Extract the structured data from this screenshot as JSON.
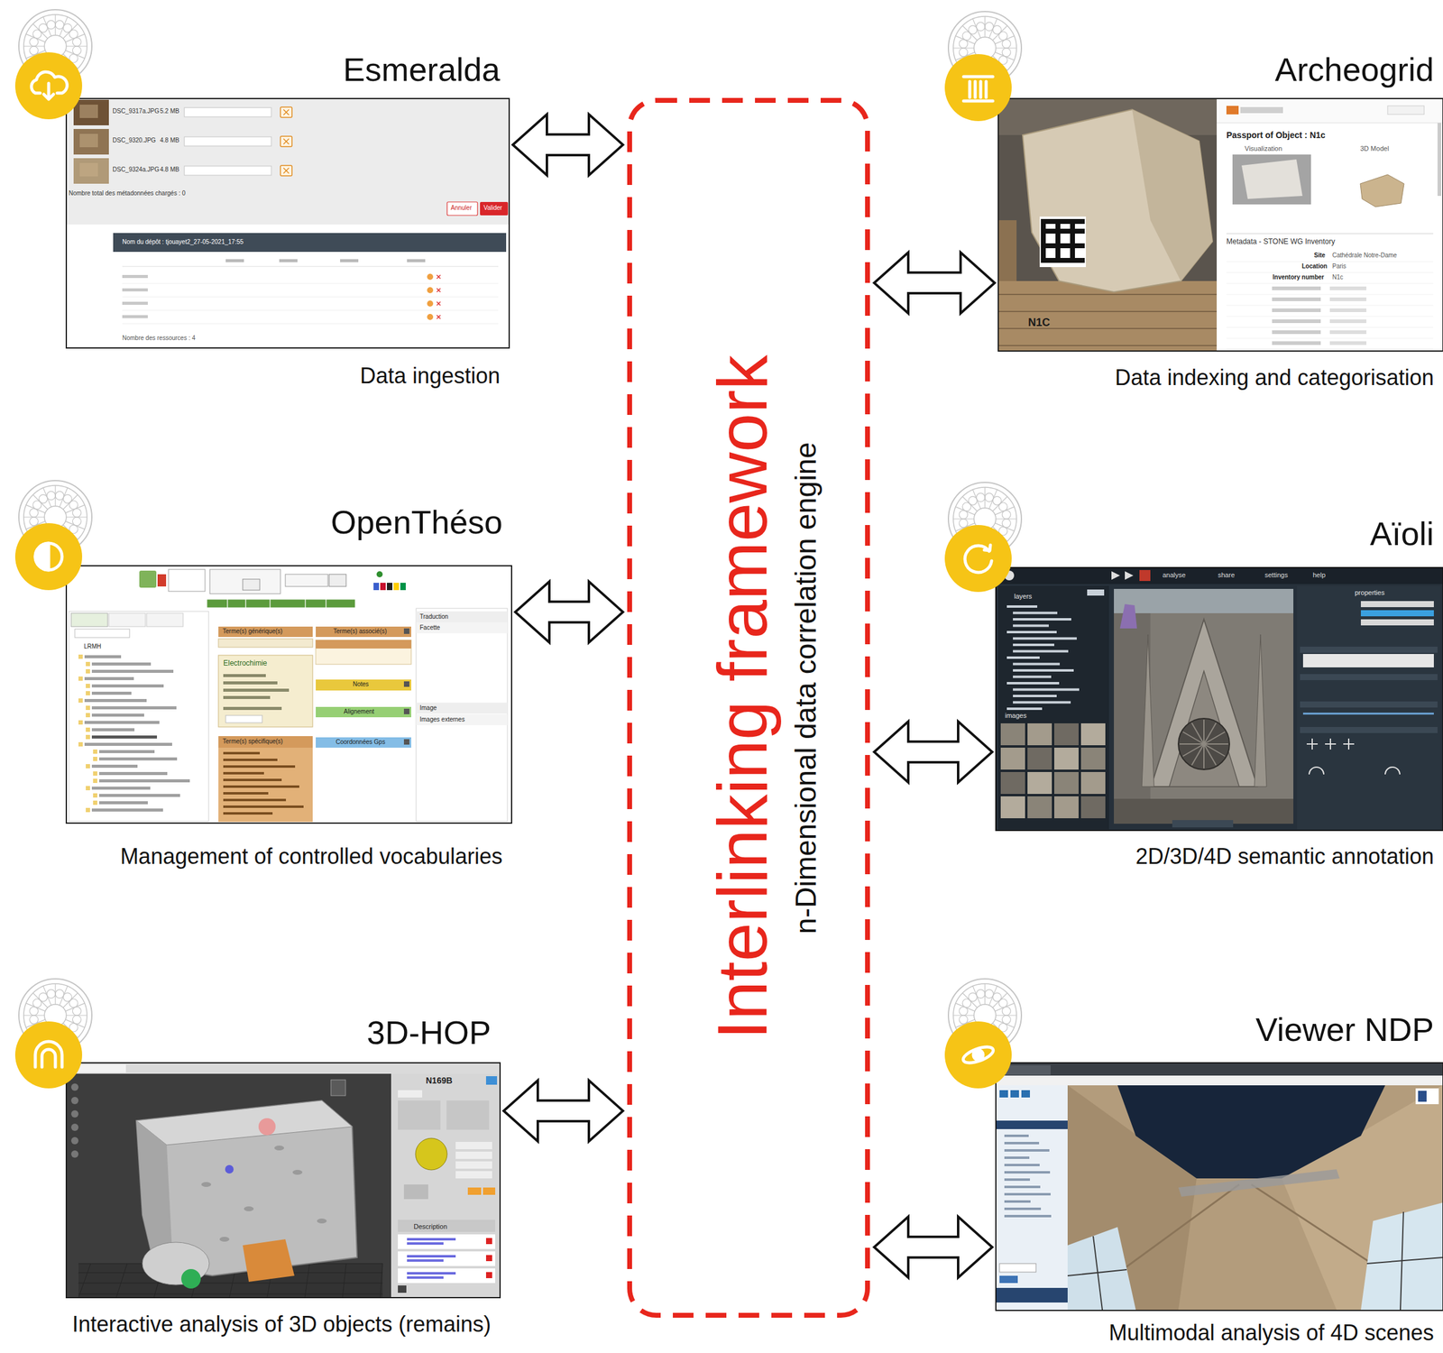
{
  "diagram": {
    "nodes": [
      {
        "text": [
          "Esmeralda",
          "Data ingestion"
        ]
      },
      {
        "text": [
          "Archeogrid",
          "Data indexing and categorisation"
        ]
      },
      {
        "text": [
          "OpenThéso",
          "Management of controlled vocabularies"
        ]
      },
      {
        "text": [
          "Aïoli",
          "2D/3D/4D semantic annotation"
        ]
      },
      {
        "text": [
          "3D-HOP",
          "Interactive analysis of 3D objects (remains)"
        ]
      },
      {
        "text": [
          "Viewer NDP",
          "Multimodal analysis of 4D scenes"
        ]
      },
      {
        "text": [
          "Interlinking framework",
          "n-Dimensional data correlation engine"
        ]
      }
    ],
    "edges": [
      {
        "from": 0,
        "to": 6,
        "arrow": "both"
      },
      {
        "from": 1,
        "to": 6,
        "arrow": "both"
      },
      {
        "from": 2,
        "to": 6,
        "arrow": "both"
      },
      {
        "from": 3,
        "to": 6,
        "arrow": "both"
      },
      {
        "from": 4,
        "to": 6,
        "arrow": "both"
      },
      {
        "from": 5,
        "to": 6,
        "arrow": "both"
      }
    ],
    "labels": [
      "DSC_9317a.JPG",
      "5.2 MB",
      "DSC_9320.JPG",
      "4.8 MB",
      "DSC_9324a.JPG",
      "4.8 MB",
      "Nombre total des métadonnées chargés : 0",
      "Annuler",
      "Valider",
      "Nom du dépôt : tjouayet2_27-05-2021_17:55",
      "Nombre des ressources : 4",
      "Passport of Object : N1c",
      "Visualization",
      "3D Model",
      "Metadata - STONE WG Inventory",
      "Site",
      "Cathédrale Notre-Dame",
      "Location",
      "Paris",
      "Inventory number",
      "N1c",
      "N1C",
      "LRMH",
      "Terme(s) générique(s)",
      "Electrochimie",
      "Terme(s) spécifique(s)",
      "Terme(s) associé(s)",
      "Notes",
      "Alignement",
      "Coordonnées Gps",
      "Traduction",
      "Facette",
      "Image",
      "Images externes",
      "layers",
      "images",
      "properties",
      "analyse",
      "share",
      "settings",
      "help",
      "N169B",
      "Description"
    ]
  }
}
